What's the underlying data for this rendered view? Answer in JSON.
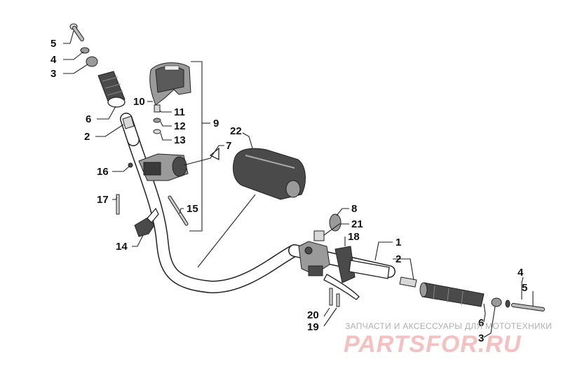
{
  "callouts": [
    {
      "id": "c5a",
      "label": "5"
    },
    {
      "id": "c4a",
      "label": "4"
    },
    {
      "id": "c3a",
      "label": "3"
    },
    {
      "id": "c6a",
      "label": "6"
    },
    {
      "id": "c2a",
      "label": "2"
    },
    {
      "id": "c10",
      "label": "10"
    },
    {
      "id": "c11",
      "label": "11"
    },
    {
      "id": "c12",
      "label": "12"
    },
    {
      "id": "c13",
      "label": "13"
    },
    {
      "id": "c9",
      "label": "9"
    },
    {
      "id": "c22",
      "label": "22"
    },
    {
      "id": "c7",
      "label": "7"
    },
    {
      "id": "c16",
      "label": "16"
    },
    {
      "id": "c17",
      "label": "17"
    },
    {
      "id": "c15",
      "label": "15"
    },
    {
      "id": "c14",
      "label": "14"
    },
    {
      "id": "c8",
      "label": "8"
    },
    {
      "id": "c21",
      "label": "21"
    },
    {
      "id": "c18",
      "label": "18"
    },
    {
      "id": "c1",
      "label": "1"
    },
    {
      "id": "c2b",
      "label": "2"
    },
    {
      "id": "c4b",
      "label": "4"
    },
    {
      "id": "c5b",
      "label": "5"
    },
    {
      "id": "c6b",
      "label": "6"
    },
    {
      "id": "c3b",
      "label": "3"
    },
    {
      "id": "c20",
      "label": "20"
    },
    {
      "id": "c19",
      "label": "19"
    }
  ],
  "watermark": {
    "caption": "ЗАПЧАСТИ И АКСЕССУАРЫ ДЛЯ МОТОТЕХНИКИ",
    "logo": "PARTSFOR.RU"
  }
}
